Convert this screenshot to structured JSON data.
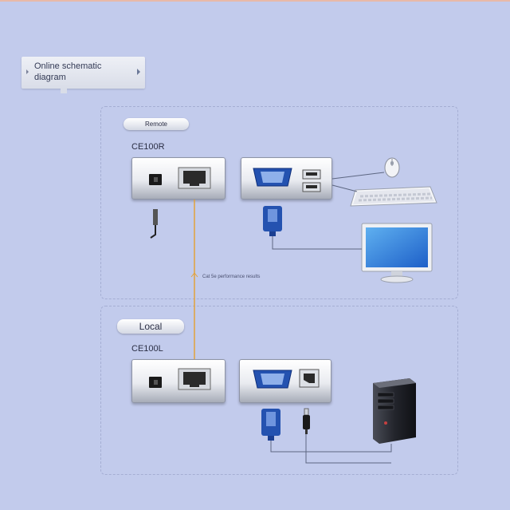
{
  "callout": {
    "text": "Online schematic diagram"
  },
  "remote": {
    "section_label": "Remote",
    "model": "CE100R"
  },
  "local": {
    "section_label": "Local",
    "model": "CE100L"
  },
  "link": {
    "label": "Cat 5e performance results"
  },
  "icons": [
    "power-jack-icon",
    "rj45-port-icon",
    "vga-port-icon",
    "usb-a-ports-icon",
    "usb-b-port-icon",
    "mouse-icon",
    "keyboard-icon",
    "monitor-icon",
    "pc-tower-icon",
    "vga-plug-icon",
    "usb-plug-icon",
    "power-plug-icon"
  ],
  "colors": {
    "background": "#c2cbec",
    "link_cable": "#e2a23b",
    "vga_connector": "#2452b0",
    "wire": "#5d6782"
  }
}
